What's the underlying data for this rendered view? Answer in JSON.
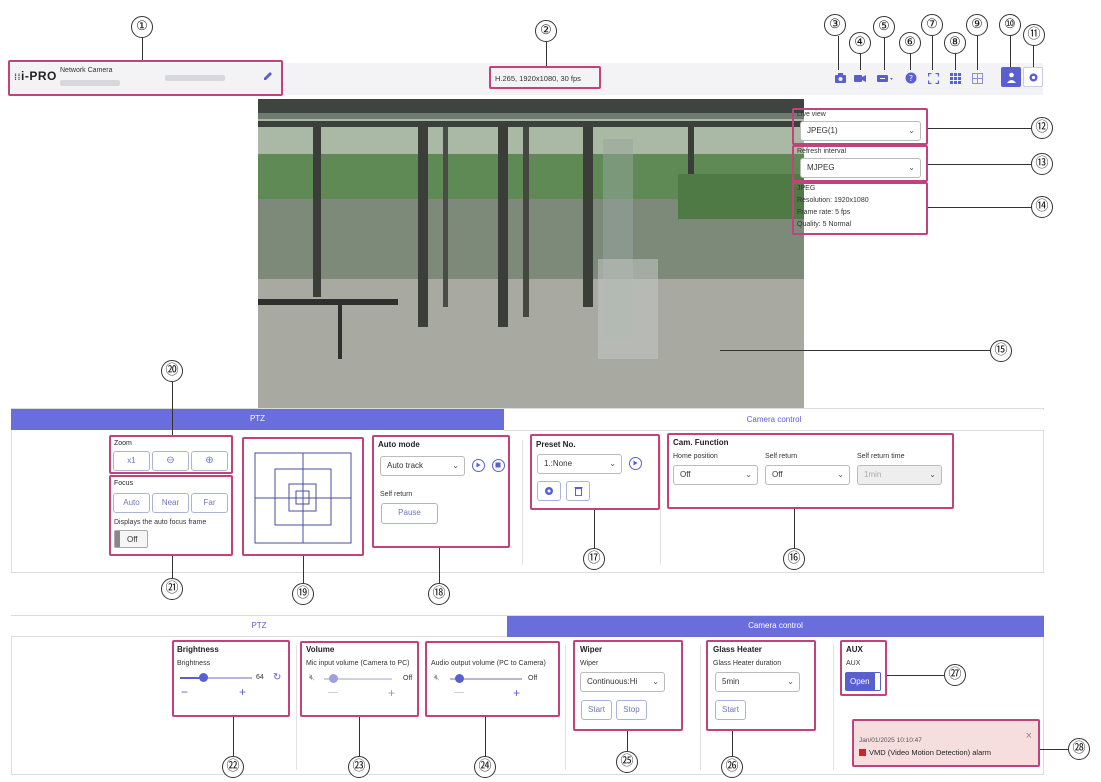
{
  "header": {
    "logo": "i-PRO",
    "product": "Network Camera",
    "stream_info": "H.265, 1920x1080, 30 fps"
  },
  "side": {
    "live_view_label": "Live view",
    "live_view_value": "JPEG(1)",
    "refresh_label": "Refresh interval",
    "refresh_value": "MJPEG",
    "info_codec": "JPEG",
    "info_resolution": "Resolution: 1920x1080",
    "info_framerate": "Frame rate: 5 fps",
    "info_quality": "Quality: 5 Normal"
  },
  "tabs1": {
    "ptz": "PTZ",
    "camera": "Camera control"
  },
  "zoom": {
    "title": "Zoom",
    "x1": "x1"
  },
  "focus": {
    "title": "Focus",
    "auto": "Auto",
    "near": "Near",
    "far": "Far",
    "frame_label": "Displays the auto focus frame",
    "toggle": "Off"
  },
  "automode": {
    "title": "Auto mode",
    "value": "Auto track",
    "self_return": "Self return",
    "pause": "Pause"
  },
  "preset": {
    "title": "Preset No.",
    "value": "1.:None"
  },
  "camfunc": {
    "title": "Cam. Function",
    "home_label": "Home position",
    "home_value": "Off",
    "self_label": "Self return",
    "self_value": "Off",
    "time_label": "Self return time",
    "time_value": "1min"
  },
  "tabs2": {
    "ptz": "PTZ",
    "camera": "Camera control"
  },
  "brightness": {
    "title": "Brightness",
    "label": "Brightness",
    "value": "64",
    "minus": "−",
    "plus": "+",
    "level": 0.32
  },
  "volume": {
    "title": "Volume",
    "label": "Mic input volume (Camera to PC)",
    "value": "Off",
    "minus": "—",
    "plus": "+"
  },
  "audio_out": {
    "label": "Audio output volume (PC to Camera)",
    "value": "Off",
    "minus": "—",
    "plus": "+"
  },
  "wiper": {
    "title": "Wiper",
    "label": "Wiper",
    "value": "Continuous:Hi",
    "start": "Start",
    "stop": "Stop"
  },
  "glass": {
    "title": "Glass Heater",
    "label": "Glass Heater duration",
    "value": "5min",
    "start": "Start"
  },
  "aux": {
    "title": "AUX",
    "label": "AUX",
    "value": "Open"
  },
  "alarm": {
    "time": "Jan/01/2025 10:10:47",
    "message": "VMD (Video Motion Detection) alarm",
    "close": "×"
  },
  "callouts": [
    "①",
    "②",
    "③",
    "④",
    "⑤",
    "⑥",
    "⑦",
    "⑧",
    "⑨",
    "⑩",
    "⑪",
    "⑫",
    "⑬",
    "⑭",
    "⑮",
    "⑯",
    "⑰",
    "⑱",
    "⑲",
    "⑳",
    "㉑",
    "㉒",
    "㉓",
    "㉔",
    "㉕",
    "㉖",
    "㉗",
    "㉘"
  ],
  "colors": {
    "accent": "#6a6ddc",
    "highlight": "#c2427c",
    "alarm_bg": "#f7dede"
  }
}
